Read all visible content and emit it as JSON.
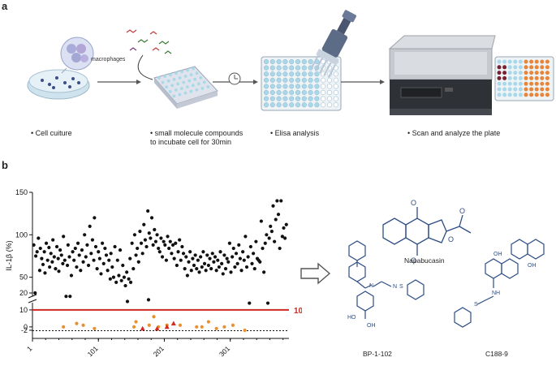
{
  "panels": {
    "a": {
      "label": "a",
      "steps": [
        {
          "caption": "Cell cuiture",
          "icon": "petri-dish-icon"
        },
        {
          "caption": "small molecule compounds to incubate cell for 30min",
          "icon": "well-plate-icon"
        },
        {
          "caption": "Elisa analysis",
          "icon": "pipette-plate-icon"
        },
        {
          "caption": "Scan and analyze the plate",
          "icon": "plate-reader-icon"
        }
      ],
      "macrophages_label": "macrophages",
      "colors": {
        "arrow": "#555555",
        "plate_well": "#a9d8ea",
        "orange_well": "#e8853a",
        "dark_well": "#7a2030"
      }
    },
    "b": {
      "label": "b",
      "threshold_label": "10%",
      "colors": {
        "threshold": "#cc2a22",
        "hit_dot": "#e8902f",
        "hit_triangle": "#d42a22",
        "dot": "#111111",
        "structure": "#2d4d85"
      },
      "compounds": [
        {
          "name": "Napabucasin"
        },
        {
          "name": "BP-1-102"
        },
        {
          "name": "C188-9"
        }
      ]
    }
  },
  "chart_data": {
    "type": "scatter",
    "title": "",
    "xlabel": "",
    "ylabel": "IL-1β (%)",
    "x_ticks": [
      "1",
      "101",
      "201",
      "301"
    ],
    "y_ticks_upper": [
      "50",
      "100",
      "150"
    ],
    "y_ticks_lower": [
      "-2",
      "0",
      "10",
      "20"
    ],
    "y_break": true,
    "threshold": 10,
    "xlim": [
      1,
      390
    ],
    "series": [
      {
        "name": "",
        "marker": "dot",
        "points": [
          [
            3,
            88
          ],
          [
            5,
            20
          ],
          [
            6,
            75
          ],
          [
            8,
            80
          ],
          [
            10,
            96
          ],
          [
            12,
            58
          ],
          [
            13,
            84
          ],
          [
            15,
            72
          ],
          [
            17,
            65
          ],
          [
            19,
            80
          ],
          [
            20,
            55
          ],
          [
            22,
            90
          ],
          [
            24,
            70
          ],
          [
            26,
            85
          ],
          [
            27,
            62
          ],
          [
            29,
            78
          ],
          [
            31,
            68
          ],
          [
            32,
            94
          ],
          [
            34,
            74
          ],
          [
            36,
            60
          ],
          [
            38,
            86
          ],
          [
            40,
            72
          ],
          [
            41,
            57
          ],
          [
            43,
            82
          ],
          [
            45,
            76
          ],
          [
            47,
            66
          ],
          [
            48,
            98
          ],
          [
            50,
            70
          ],
          [
            52,
            18
          ],
          [
            54,
            64
          ],
          [
            55,
            88
          ],
          [
            57,
            74
          ],
          [
            58,
            18
          ],
          [
            60,
            52
          ],
          [
            62,
            80
          ],
          [
            64,
            70
          ],
          [
            66,
            84
          ],
          [
            68,
            62
          ],
          [
            70,
            90
          ],
          [
            72,
            76
          ],
          [
            74,
            58
          ],
          [
            76,
            82
          ],
          [
            78,
            68
          ],
          [
            80,
            100
          ],
          [
            82,
            74
          ],
          [
            84,
            88
          ],
          [
            86,
            64
          ],
          [
            88,
            110
          ],
          [
            90,
            78
          ],
          [
            92,
            94
          ],
          [
            94,
            70
          ],
          [
            95,
            120
          ],
          [
            97,
            86
          ],
          [
            99,
            60
          ],
          [
            101,
            80
          ],
          [
            103,
            72
          ],
          [
            105,
            54
          ],
          [
            107,
            90
          ],
          [
            109,
            66
          ],
          [
            111,
            84
          ],
          [
            113,
            76
          ],
          [
            115,
            58
          ],
          [
            117,
            70
          ],
          [
            119,
            48
          ],
          [
            120,
            78
          ],
          [
            122,
            62
          ],
          [
            124,
            50
          ],
          [
            126,
            86
          ],
          [
            128,
            44
          ],
          [
            130,
            70
          ],
          [
            132,
            52
          ],
          [
            134,
            82
          ],
          [
            136,
            46
          ],
          [
            138,
            64
          ],
          [
            140,
            50
          ],
          [
            142,
            40
          ],
          [
            144,
            56
          ],
          [
            145,
            15
          ],
          [
            147,
            48
          ],
          [
            149,
            72
          ],
          [
            150,
            44
          ],
          [
            152,
            90
          ],
          [
            154,
            60
          ],
          [
            156,
            100
          ],
          [
            158,
            76
          ],
          [
            160,
            84
          ],
          [
            162,
            68
          ],
          [
            164,
            104
          ],
          [
            166,
            90
          ],
          [
            168,
            78
          ],
          [
            170,
            112
          ],
          [
            172,
            94
          ],
          [
            174,
            86
          ],
          [
            176,
            128
          ],
          [
            177,
            16
          ],
          [
            178,
            102
          ],
          [
            180,
            96
          ],
          [
            182,
            120
          ],
          [
            184,
            88
          ],
          [
            186,
            106
          ],
          [
            188,
            92
          ],
          [
            190,
            100
          ],
          [
            192,
            84
          ],
          [
            194,
            80
          ],
          [
            196,
            96
          ],
          [
            198,
            74
          ],
          [
            200,
            92
          ],
          [
            202,
            88
          ],
          [
            204,
            70
          ],
          [
            206,
            98
          ],
          [
            208,
            84
          ],
          [
            210,
            92
          ],
          [
            212,
            78
          ],
          [
            214,
            88
          ],
          [
            216,
            72
          ],
          [
            218,
            90
          ],
          [
            220,
            64
          ],
          [
            222,
            80
          ],
          [
            224,
            94
          ],
          [
            226,
            70
          ],
          [
            228,
            86
          ],
          [
            230,
            78
          ],
          [
            232,
            60
          ],
          [
            234,
            74
          ],
          [
            236,
            52
          ],
          [
            238,
            68
          ],
          [
            240,
            80
          ],
          [
            242,
            58
          ],
          [
            244,
            72
          ],
          [
            246,
            64
          ],
          [
            248,
            76
          ],
          [
            250,
            60
          ],
          [
            252,
            70
          ],
          [
            254,
            56
          ],
          [
            256,
            74
          ],
          [
            258,
            62
          ],
          [
            260,
            80
          ],
          [
            262,
            66
          ],
          [
            264,
            58
          ],
          [
            266,
            76
          ],
          [
            268,
            64
          ],
          [
            270,
            72
          ],
          [
            272,
            60
          ],
          [
            274,
            78
          ],
          [
            276,
            68
          ],
          [
            278,
            74
          ],
          [
            280,
            58
          ],
          [
            282,
            70
          ],
          [
            284,
            62
          ],
          [
            286,
            80
          ],
          [
            288,
            66
          ],
          [
            290,
            54
          ],
          [
            292,
            76
          ],
          [
            294,
            60
          ],
          [
            296,
            72
          ],
          [
            298,
            68
          ],
          [
            300,
            90
          ],
          [
            302,
            56
          ],
          [
            304,
            74
          ],
          [
            306,
            84
          ],
          [
            308,
            62
          ],
          [
            310,
            78
          ],
          [
            312,
            66
          ],
          [
            314,
            88
          ],
          [
            316,
            72
          ],
          [
            318,
            58
          ],
          [
            320,
            80
          ],
          [
            322,
            70
          ],
          [
            324,
            98
          ],
          [
            326,
            62
          ],
          [
            328,
            74
          ],
          [
            330,
            14
          ],
          [
            332,
            86
          ],
          [
            334,
            66
          ],
          [
            336,
            78
          ],
          [
            338,
            60
          ],
          [
            340,
            92
          ],
          [
            342,
            72
          ],
          [
            344,
            70
          ],
          [
            346,
            68
          ],
          [
            348,
            116
          ],
          [
            350,
            84
          ],
          [
            352,
            56
          ],
          [
            354,
            90
          ],
          [
            356,
            100
          ],
          [
            358,
            14
          ],
          [
            360,
            96
          ],
          [
            362,
            110
          ],
          [
            364,
            104
          ],
          [
            366,
            134
          ],
          [
            368,
            92
          ],
          [
            370,
            118
          ],
          [
            372,
            140
          ],
          [
            374,
            124
          ],
          [
            376,
            84
          ],
          [
            378,
            140
          ],
          [
            380,
            98
          ],
          [
            382,
            108
          ],
          [
            384,
            96
          ],
          [
            386,
            112
          ]
        ]
      },
      {
        "name": "",
        "marker": "orange-dot",
        "points": [
          [
            48,
            0
          ],
          [
            68,
            2
          ],
          [
            78,
            1
          ],
          [
            95,
            -1
          ],
          [
            155,
            0
          ],
          [
            158,
            3
          ],
          [
            178,
            1
          ],
          [
            185,
            6
          ],
          [
            192,
            0
          ],
          [
            205,
            1
          ],
          [
            225,
            1
          ],
          [
            250,
            0
          ],
          [
            258,
            0
          ],
          [
            268,
            3
          ],
          [
            280,
            -1
          ],
          [
            292,
            0
          ],
          [
            305,
            1
          ],
          [
            323,
            -2
          ]
        ]
      },
      {
        "name": "",
        "marker": "red-triangle",
        "points": [
          [
            168,
            -1
          ],
          [
            190,
            -1
          ],
          [
            205,
            0
          ],
          [
            215,
            2
          ]
        ]
      }
    ]
  }
}
